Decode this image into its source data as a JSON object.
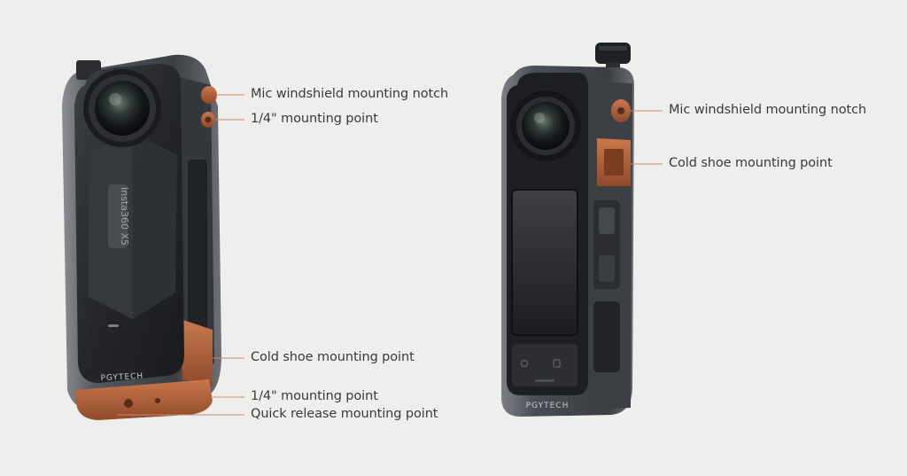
{
  "left_camera": {
    "model_text": "Insta360 X5",
    "brand_text": "PGYTECH",
    "callouts": [
      "Mic windshield mounting notch",
      "1/4\" mounting point",
      "Cold shoe mounting point",
      "1/4\" mounting point",
      "Quick release mounting point"
    ]
  },
  "right_camera": {
    "brand_text": "PGYTECH",
    "callouts": [
      "Mic windshield mounting notch",
      "Cold shoe mounting point"
    ]
  },
  "colors": {
    "background": "#eeeeed",
    "cage_dark": "#2a2c30",
    "cage_metal": "#5a5d63",
    "accent_copper": "#b5643a",
    "leader_line": "#c98a68",
    "label_text": "#3a3a3a"
  }
}
